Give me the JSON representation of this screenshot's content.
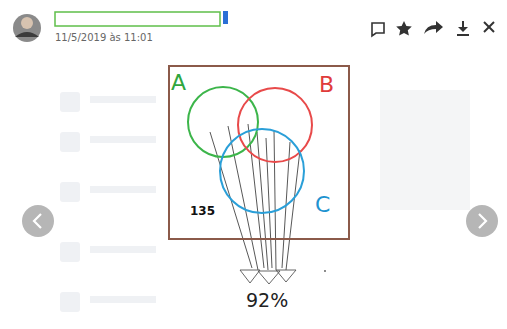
{
  "diagram": {
    "nodes": [
      {
        "text": [
          "135"
        ]
      },
      {
        "text": [
          "A"
        ],
        "in": 0
      },
      {
        "text": [
          "B"
        ],
        "in": 0
      },
      {
        "text": [
          "C"
        ],
        "in": 0
      }
    ],
    "labels": [
      "11/5/2019 às 11:01",
      "92%"
    ]
  }
}
